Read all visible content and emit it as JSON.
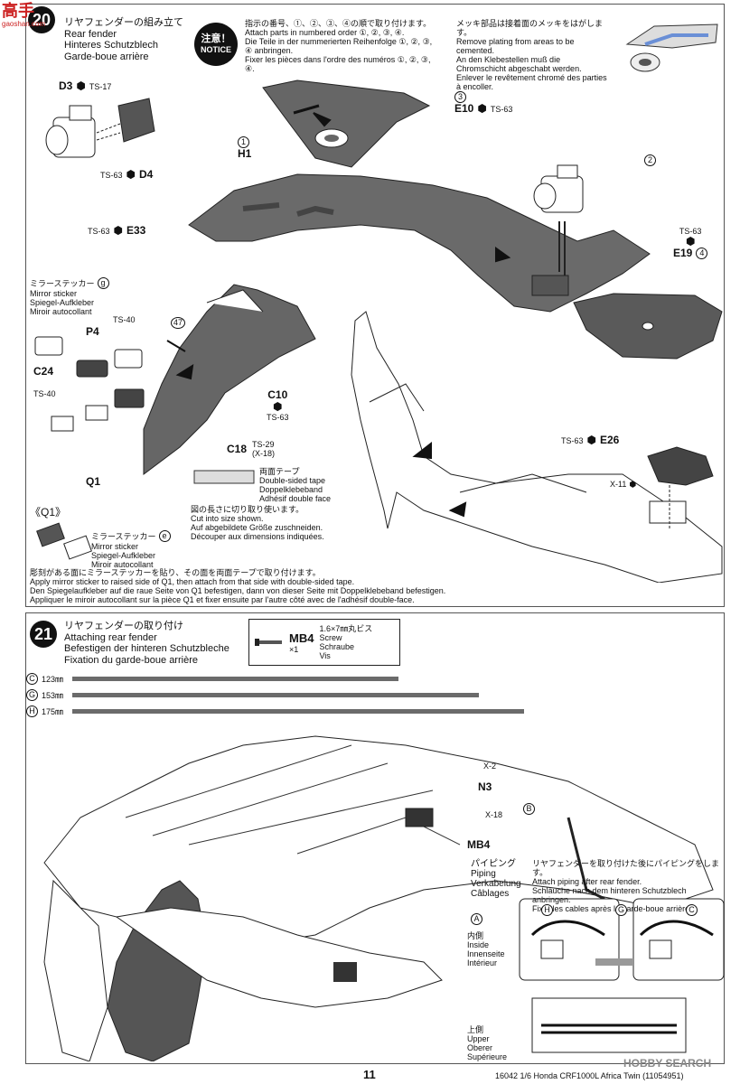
{
  "watermark": {
    "top": "高手",
    "sub": "gaoshan.com"
  },
  "step20": {
    "number": "20",
    "title_jp": "リヤフェンダーの組み立て",
    "title_en": "Rear fender",
    "title_de": "Hinteres Schutzblech",
    "title_fr": "Garde-boue arrière",
    "notice_jp": "注意！",
    "notice_en": "NOTICE",
    "notice_lines": [
      "指示の番号、①、②、③、④の順で取り付けます。",
      "Attach parts in numbered order ①, ②, ③, ④.",
      "Die Teile in der nummerierten Reihenfolge ①, ②, ③, ④ anbringen.",
      "Fixer les pièces dans l'ordre des numéros ①, ②, ③, ④."
    ],
    "chrome_lines": [
      "メッキ部品は接着面のメッキをはがします。",
      "Remove plating from areas to be cemented.",
      "An den Klebestellen muß die Chromschicht abgeschabt werden.",
      "Enlever le revêtement chromé des parties à encoller."
    ],
    "labels": {
      "d3": "D3",
      "ts17": "TS-17",
      "d4": "D4",
      "ts63_d4": "TS-63",
      "e10": "E10",
      "ts63_e10": "TS-63",
      "h1": "H1",
      "e33": "E33",
      "ts63_e33": "TS-63",
      "e19": "E19",
      "ts63_e19": "TS-63",
      "p4": "P4",
      "ts40_p4": "TS-40",
      "c24": "C24",
      "ts40_c24": "TS-40",
      "c10": "C10",
      "ts63_c10": "TS-63",
      "c18": "C18",
      "ts29": "TS-29",
      "x18": "(X-18)",
      "q1": "Q1",
      "e26": "E26",
      "ts63_e26": "TS-63",
      "x11": "X-11",
      "n1": "1",
      "n2": "2",
      "n3": "3",
      "n4": "4",
      "n47": "47",
      "g": "g",
      "e": "e"
    },
    "mirror_sticker_g": [
      "ミラーステッカー",
      "Mirror sticker",
      "Spiegel-Aufkleber",
      "Miroir autocollant"
    ],
    "tape": [
      "両面テープ",
      "Double-sided tape",
      "Doppelklebeband",
      "Adhésif double face"
    ],
    "cut": [
      "図の長さに切り取り使います。",
      "Cut into size shown.",
      "Auf abgebildete Größe zuschneiden.",
      "Découper aux dimensions indiquées."
    ],
    "q1_detail": "《Q1》",
    "mirror_sticker_e": [
      "ミラーステッカー",
      "Mirror sticker",
      "Spiegel-Aufkleber",
      "Miroir autocollant"
    ],
    "bottom_lines": [
      "彫刻がある面にミラーステッカーを貼り、その面を両面テープで取り付けます。",
      "Apply mirror sticker to raised side of Q1, then attach from that side with double-sided tape.",
      "Den Spiegelaufkleber auf die raue Seite von Q1 befestigen, dann von dieser Seite mit Doppelklebeband befestigen.",
      "Appliquer le miroir autocollant sur la pièce Q1 et fixer ensuite par l'autre côté avec de l'adhésif double-face."
    ]
  },
  "step21": {
    "number": "21",
    "title_jp": "リヤフェンダーの取り付け",
    "title_en": "Attaching rear fender",
    "title_de": "Befestigen der hinteren Schutzbleche",
    "title_fr": "Fixation du garde-boue arrière",
    "screw": {
      "code": "MB4",
      "qty": "×1",
      "size_jp": "1.6×7㎜丸ビス",
      "en": "Screw",
      "de": "Schraube",
      "fr": "Vis"
    },
    "length_bars": [
      {
        "letter": "C",
        "label": "123㎜",
        "fraction": 0.722
      },
      {
        "letter": "G",
        "label": "153㎜",
        "fraction": 0.899
      },
      {
        "letter": "H",
        "label": "175㎜",
        "fraction": 1.0
      }
    ],
    "labels": {
      "x2": "X-2",
      "n3": "N3",
      "x18": "X-18",
      "mb4": "MB4",
      "b": "B",
      "a": "A",
      "g": "G",
      "h": "H",
      "c": "C"
    },
    "piping": [
      "パイピング",
      "Piping",
      "Verkabelung",
      "Câblages"
    ],
    "piping_notes": [
      "リヤフェンダーを取り付けた後にパイピングをします。",
      "Attach piping after rear fender.",
      "Schläuche nach dem hinteren Schutzblech anbringen.",
      "Fixer les cables après le garde-boue arrière."
    ],
    "inside": [
      "内側",
      "Inside",
      "Innenseite",
      "Intérieur"
    ],
    "upper": [
      "上側",
      "Upper",
      "Oberer",
      "Supérieure"
    ]
  },
  "footer": {
    "page_number": "11",
    "product": "16042 1/6 Honda CRF1000L Africa Twin (11054951)",
    "brand_watermark": "HOBBY SEARCH"
  }
}
